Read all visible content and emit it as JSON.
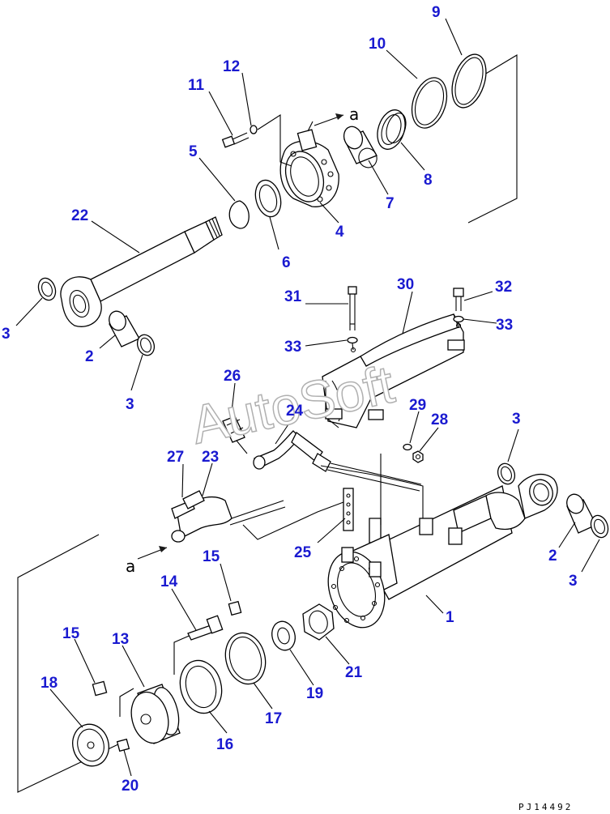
{
  "diagram": {
    "watermark": "AutoSoft",
    "drawing_code": "PJ14492",
    "view_ref": "a",
    "colors": {
      "callout": "#1a1ad0",
      "line": "#000000"
    },
    "part_numbers": [
      "1",
      "2",
      "2",
      "3",
      "3",
      "3",
      "3",
      "4",
      "5",
      "6",
      "7",
      "8",
      "9",
      "10",
      "11",
      "12",
      "13",
      "14",
      "15",
      "15",
      "16",
      "17",
      "18",
      "19",
      "20",
      "21",
      "22",
      "23",
      "24",
      "25",
      "26",
      "27",
      "28",
      "29",
      "30",
      "31",
      "32",
      "33",
      "33"
    ]
  }
}
